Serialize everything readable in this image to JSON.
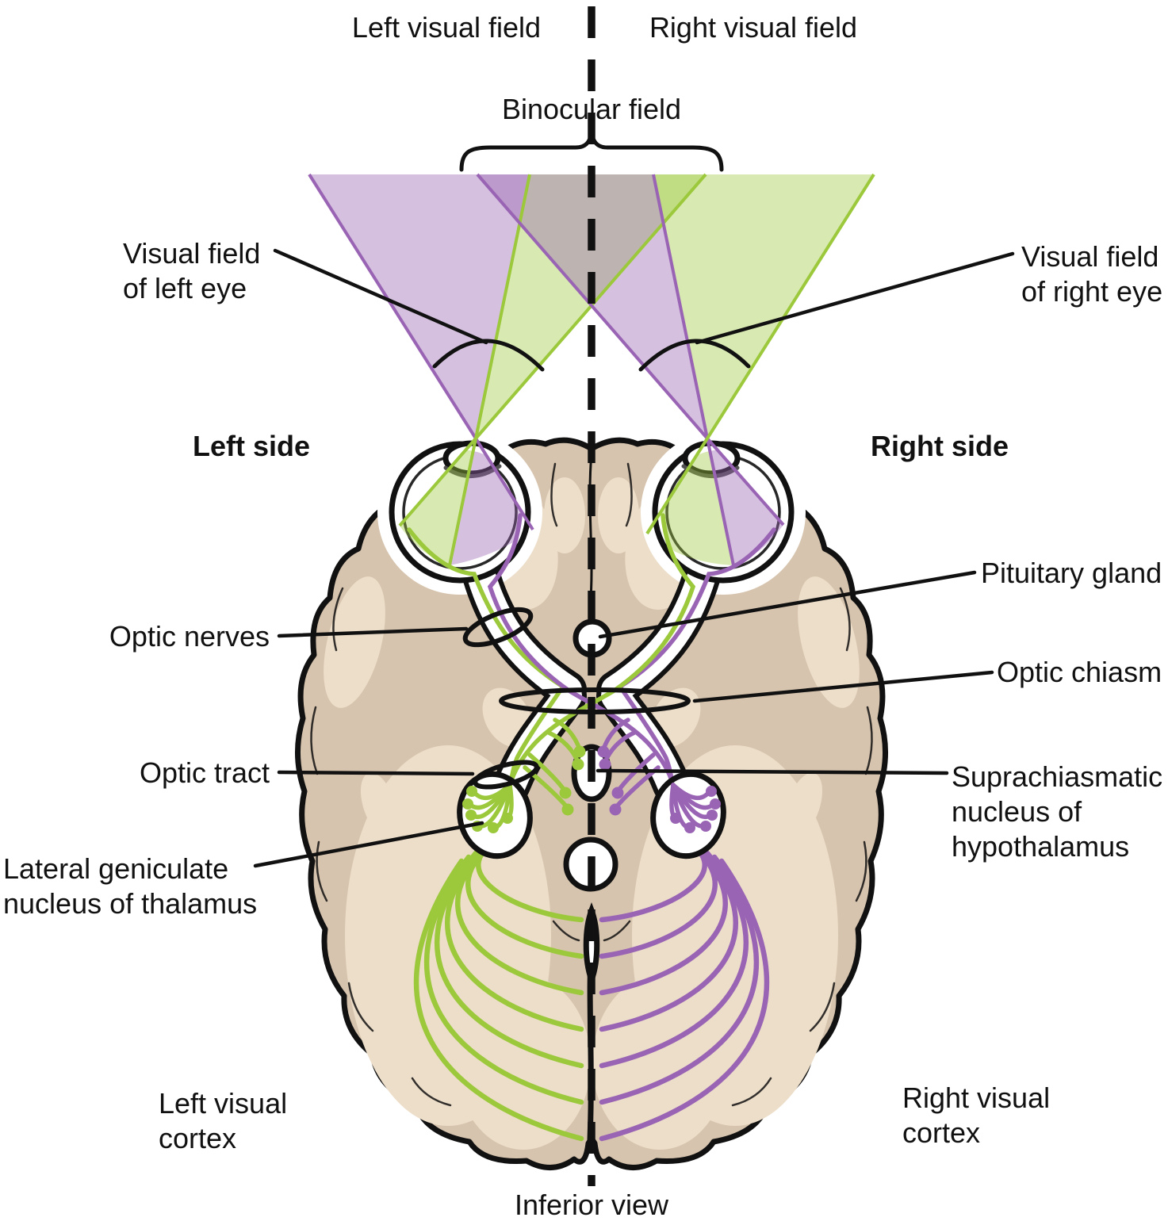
{
  "figure": "Visual pathway diagram, inferior view of the brain with eyes and visual fields",
  "colors": {
    "ink": "#111111",
    "green_line": "#9cc83c",
    "purple_line": "#9a64b4",
    "green_fill": "#9eca3e",
    "purple_fill": "#9661ae",
    "brain": "#d7c4ae",
    "brain_light": "#eddec9",
    "lens_gray": "#4f4f4f"
  },
  "labels": {
    "left_visual_field": "Left visual field",
    "right_visual_field": "Right visual field",
    "binocular_field": "Binocular field",
    "visual_field_left_eye": [
      "Visual field",
      "of left eye"
    ],
    "visual_field_right_eye": [
      "Visual field",
      "of right eye"
    ],
    "left_side": "Left side",
    "right_side": "Right side",
    "optic_nerves": "Optic nerves",
    "pituitary_gland": "Pituitary gland",
    "optic_chiasm": "Optic chiasm",
    "suprachiasmatic": [
      "Suprachiasmatic",
      "nucleus of",
      "hypothalamus"
    ],
    "optic_tract": "Optic tract",
    "lateral_geniculate": [
      "Lateral geniculate",
      "nucleus of thalamus"
    ],
    "left_visual_cortex": [
      "Left visual",
      "cortex"
    ],
    "right_visual_cortex": [
      "Right visual",
      "cortex"
    ],
    "inferior_view": "Inferior view"
  }
}
